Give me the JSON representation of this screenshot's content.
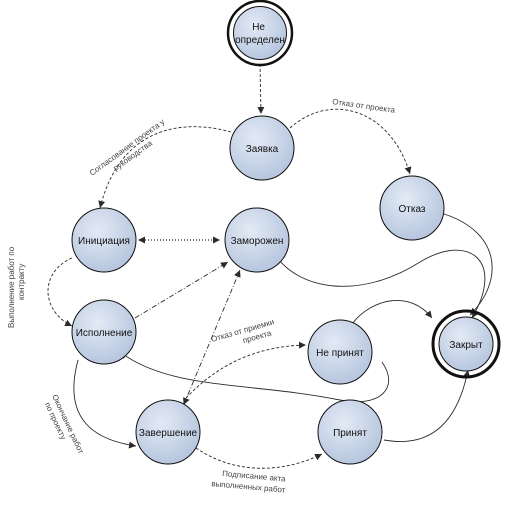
{
  "diagram": {
    "states": {
      "ne_opredelen": [
        "Не",
        "определен"
      ],
      "zayavka": "Заявка",
      "otkaz": "Отказ",
      "iniciaciya": "Инициация",
      "zamorozhen": "Заморожен",
      "ispolnenie": "Исполнение",
      "zakryt": "Закрыт",
      "ne_prinyat": "Не принят",
      "zavershenie": "Завершение",
      "prinyat": "Принят"
    },
    "transitions": {
      "soglasovanie": [
        "Согласование проекта у",
        "руководства"
      ],
      "otkaz_ot_proekta": "Отказ от проекта",
      "vypolnenie": [
        "Выполнение работ по",
        "контракту"
      ],
      "okonchanie": [
        "Окончание работ",
        "по проекту"
      ],
      "otkaz_ot_priemki": [
        "Отказ от приемки",
        "проекта"
      ],
      "podpisanie": [
        "Подписание акта",
        "выполненных работ"
      ]
    },
    "colors": {
      "node_fill": "#c9d6ea",
      "node_stroke": "#111111",
      "line": "#2b2b2b"
    }
  }
}
